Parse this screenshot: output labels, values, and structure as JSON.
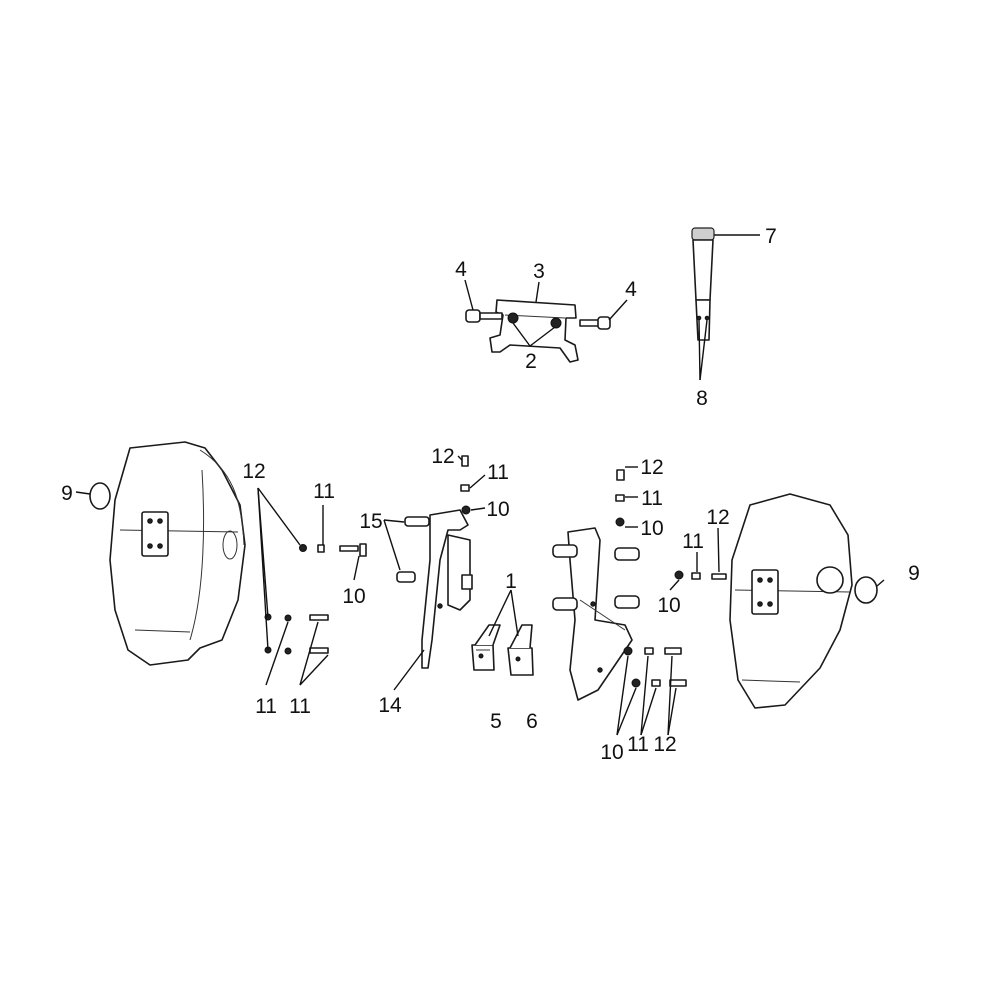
{
  "diagram": {
    "callouts": [
      {
        "id": "c7",
        "text": "7"
      },
      {
        "id": "c3",
        "text": "3"
      },
      {
        "id": "c4a",
        "text": "4"
      },
      {
        "id": "c4b",
        "text": "4"
      },
      {
        "id": "c2",
        "text": "2"
      },
      {
        "id": "c8",
        "text": "8"
      },
      {
        "id": "c9a",
        "text": "9"
      },
      {
        "id": "c12a",
        "text": "12"
      },
      {
        "id": "c11a",
        "text": "11"
      },
      {
        "id": "c10a",
        "text": "10"
      },
      {
        "id": "c11b",
        "text": "11"
      },
      {
        "id": "c11c",
        "text": "11"
      },
      {
        "id": "c12b",
        "text": "12"
      },
      {
        "id": "c11d",
        "text": "11"
      },
      {
        "id": "c10b",
        "text": "10"
      },
      {
        "id": "c15",
        "text": "15"
      },
      {
        "id": "c14",
        "text": "14"
      },
      {
        "id": "c1",
        "text": "1"
      },
      {
        "id": "c5",
        "text": "5"
      },
      {
        "id": "c6",
        "text": "6"
      },
      {
        "id": "c12c",
        "text": "12"
      },
      {
        "id": "c11e",
        "text": "11"
      },
      {
        "id": "c10c",
        "text": "10"
      },
      {
        "id": "c11f",
        "text": "11"
      },
      {
        "id": "c12d",
        "text": "12"
      },
      {
        "id": "c10d",
        "text": "10"
      },
      {
        "id": "c9b",
        "text": "9"
      },
      {
        "id": "c10e",
        "text": "10"
      },
      {
        "id": "c11g",
        "text": "11"
      },
      {
        "id": "c12e",
        "text": "12"
      }
    ]
  }
}
